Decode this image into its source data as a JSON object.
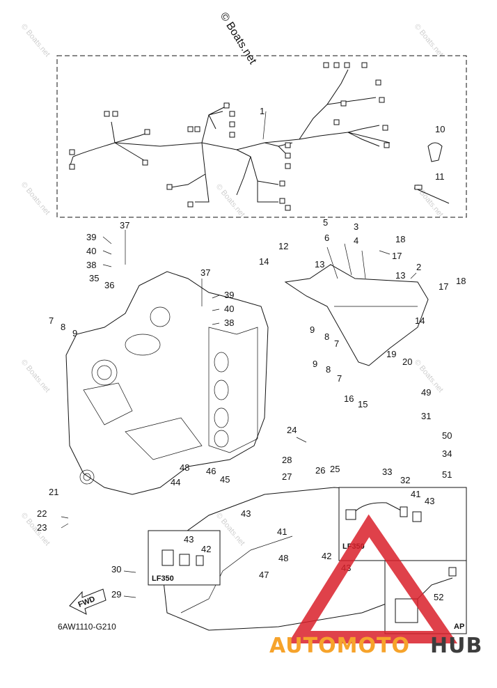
{
  "copyright": "© Boats.net",
  "watermark_text": "© Boats.net",
  "diagram_code": "6AW1110-G210",
  "fwd_label": "FWD",
  "inset_lf350_a": "LF350",
  "inset_lf350_b": "LF350",
  "inset_ap": "AP",
  "brand": {
    "part1": "AUTOMOTO",
    "part2": "HUB",
    "color_orange": "#f6a32b",
    "color_dark": "#3d3d3d",
    "logo_red": "#d9202a"
  },
  "callouts": [
    "1",
    "10",
    "11",
    "5",
    "3",
    "6",
    "4",
    "18",
    "12",
    "17",
    "13",
    "14",
    "2",
    "17",
    "18",
    "37",
    "39",
    "40",
    "38",
    "35",
    "36",
    "7",
    "8",
    "9",
    "37",
    "39",
    "40",
    "38",
    "9",
    "8",
    "7",
    "9",
    "8",
    "7",
    "13",
    "14",
    "19",
    "20",
    "16",
    "15",
    "49",
    "31",
    "50",
    "34",
    "51",
    "33",
    "32",
    "24",
    "26",
    "25",
    "28",
    "48",
    "46",
    "27",
    "44",
    "45",
    "21",
    "22",
    "23",
    "41",
    "43",
    "43",
    "41",
    "43",
    "42",
    "48",
    "47",
    "42",
    "43",
    "30",
    "29",
    "52"
  ]
}
